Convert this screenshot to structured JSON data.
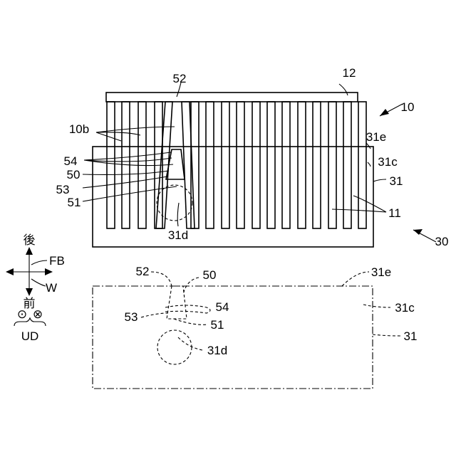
{
  "figure": {
    "top_view": {
      "label_cover": "12",
      "label_assembly": "10",
      "label_fin_group": "10b",
      "label_52": "52",
      "label_54": "54",
      "label_50": "50",
      "label_53": "53",
      "label_51": "51",
      "label_31e": "31e",
      "label_31c": "31c",
      "label_31": "31",
      "label_11": "11",
      "label_31d": "31d",
      "label_30": "30"
    },
    "bottom_view": {
      "label_52": "52",
      "label_50": "50",
      "label_54": "54",
      "label_53": "53",
      "label_51": "51",
      "label_31e": "31e",
      "label_31c": "31c",
      "label_31": "31",
      "label_31d": "31d"
    },
    "axes_legend": {
      "rear": "後",
      "front": "前",
      "fb": "FB",
      "w": "W",
      "ud": "UD",
      "dot_symbol": "⊙",
      "cross_symbol": "⊗"
    }
  }
}
